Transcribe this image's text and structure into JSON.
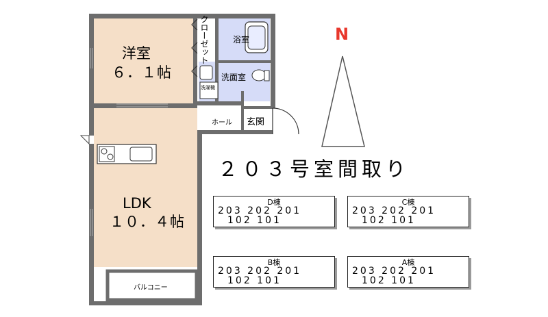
{
  "plan": {
    "title": "２０３号室間取り",
    "north_label": "N",
    "rooms": {
      "western_room_name": "洋室",
      "western_room_size": "６．１帖",
      "closet": "クローゼット",
      "bathroom": "浴室",
      "washroom": "洗面室",
      "washer": "洗濯機",
      "hall": "ホール",
      "entrance": "玄関",
      "ldk_name": "LDK",
      "ldk_size": "１０．４帖",
      "balcony": "バルコニー"
    }
  },
  "buildings": [
    {
      "name": "D棟",
      "row1": "203 202 201",
      "row2": "102  101"
    },
    {
      "name": "C棟",
      "row1": "203 202 201",
      "row2": "102  101"
    },
    {
      "name": "B棟",
      "row1": "203 202 201",
      "row2": "102  101"
    },
    {
      "name": "A棟",
      "row1": "203 202 201",
      "row2": "102  101"
    }
  ],
  "colors": {
    "room_fill": "#f5dfc8",
    "wet_area_fill": "#d6dcf8",
    "wall": "#6d6d6d",
    "north": "#e8372c"
  }
}
